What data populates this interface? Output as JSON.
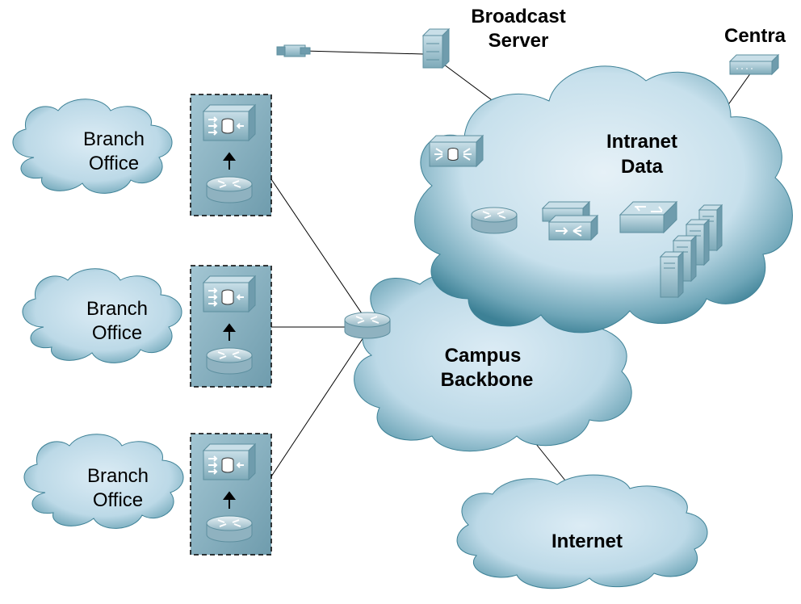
{
  "diagram": {
    "labels": {
      "branch_office_1_line1": "Branch",
      "branch_office_1_line2": "Office",
      "branch_office_2_line1": "Branch",
      "branch_office_2_line2": "Office",
      "branch_office_3_line1": "Branch",
      "branch_office_3_line2": "Office",
      "broadcast_server_line1": "Broadcast",
      "broadcast_server_line2": "Server",
      "centra": "Centra",
      "intranet_data_line1": "Intranet",
      "intranet_data_line2": "Data",
      "campus_backbone_line1": "Campus",
      "campus_backbone_line2": "Backbone",
      "internet": "Internet"
    },
    "colors": {
      "cloud_light": "#dcecf5",
      "cloud_dark": "#3d8196",
      "device_light": "#b7d3de",
      "device_dark": "#5d8f9f",
      "panel_fill": "#8db6c5",
      "line": "#000000"
    },
    "icons": [
      "video-camera-icon",
      "broadcast-server-icon",
      "centra-appliance-icon",
      "content-engine-icon",
      "router-icon",
      "lan-switch-icon",
      "content-switch-icon",
      "server-icon"
    ]
  }
}
